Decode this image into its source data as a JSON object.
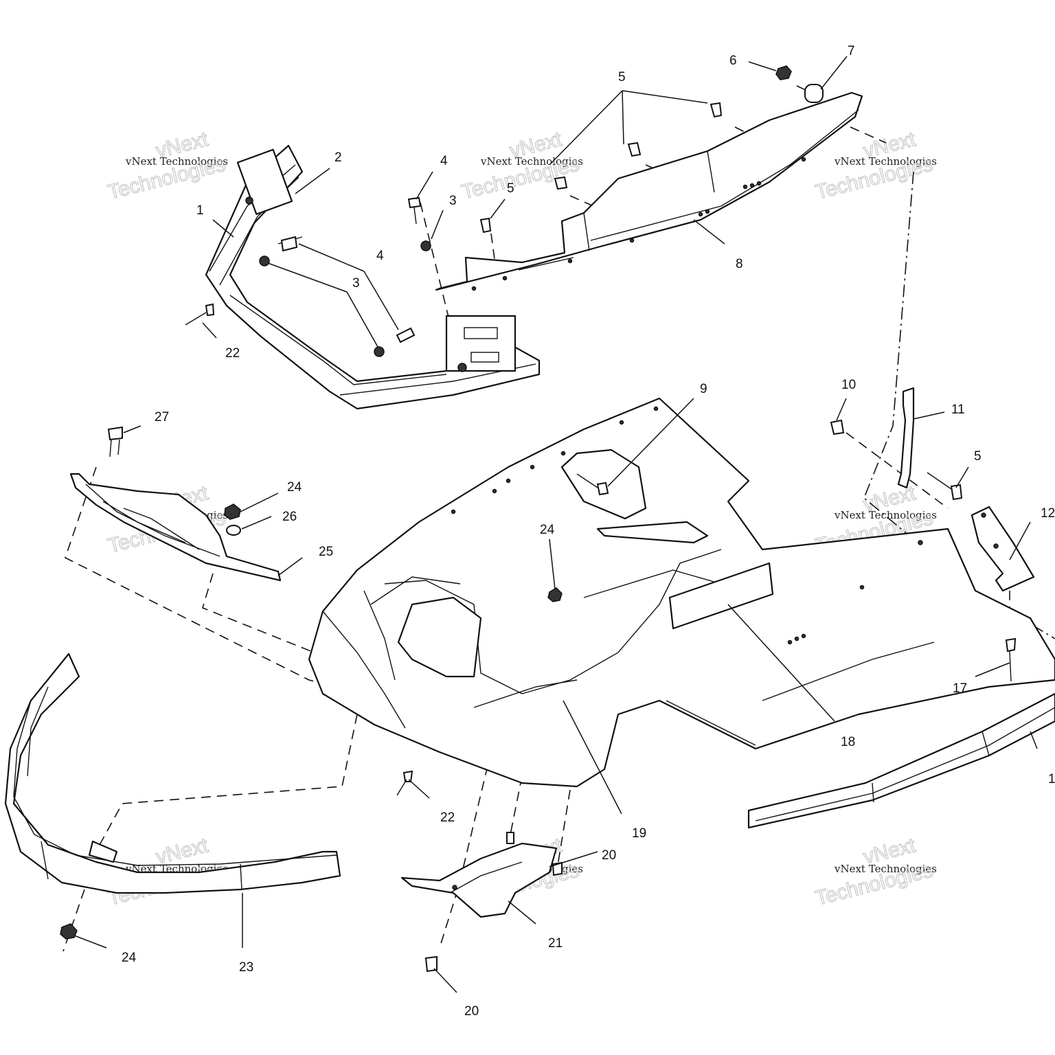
{
  "watermark": {
    "line1": "vNext",
    "line2": "vNext Technologies",
    "line3": "Technologies"
  },
  "callouts": {
    "c1": "1",
    "c2": "2",
    "c3a": "3",
    "c3b": "3",
    "c4a": "4",
    "c4b": "4",
    "c5a": "5",
    "c5b": "5",
    "c5c": "5",
    "c6": "6",
    "c7": "7",
    "c8": "8",
    "c9": "9",
    "c10": "10",
    "c11": "11",
    "c12": "12",
    "c17": "17",
    "c18": "18",
    "c19": "19",
    "c20a": "20",
    "c20b": "20",
    "c21": "21",
    "c22a": "22",
    "c22b": "22",
    "c23": "23",
    "c24a": "24",
    "c24b": "24",
    "c24c": "24",
    "c25": "25",
    "c26": "26",
    "c27": "27",
    "c1r": "1"
  }
}
